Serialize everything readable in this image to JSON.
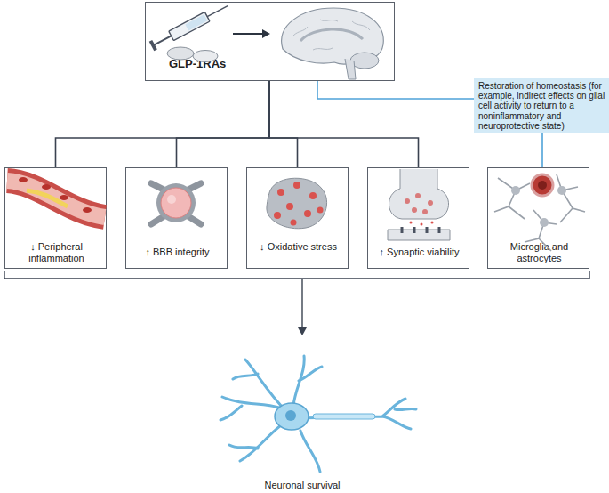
{
  "diagram": {
    "nodes": [
      {
        "text": [
          "GLP-1RAs"
        ]
      },
      {
        "text": [
          "Restoration of homeostasis (for example, indirect effects on glial cell activity to return to a noninflammatory and neuroprotective state)"
        ]
      },
      {
        "text": [
          "↓ Peripheral inflammation"
        ]
      },
      {
        "text": [
          "↑ BBB integrity"
        ]
      },
      {
        "text": [
          "↓ Oxidative stress"
        ]
      },
      {
        "text": [
          "↑ Synaptic viability"
        ]
      },
      {
        "text": [
          "Microglia and astrocytes"
        ]
      }
    ],
    "edges": [
      {
        "from": 0,
        "to": 2,
        "arrow": "none"
      },
      {
        "from": 0,
        "to": 3,
        "arrow": "none"
      },
      {
        "from": 0,
        "to": 4,
        "arrow": "none"
      },
      {
        "from": 0,
        "to": 5,
        "arrow": "none"
      },
      {
        "from": 0,
        "to": 1,
        "arrow": "none"
      },
      {
        "from": 1,
        "to": 6,
        "arrow": "none"
      }
    ],
    "labels": [
      "Neuronal survival"
    ]
  }
}
